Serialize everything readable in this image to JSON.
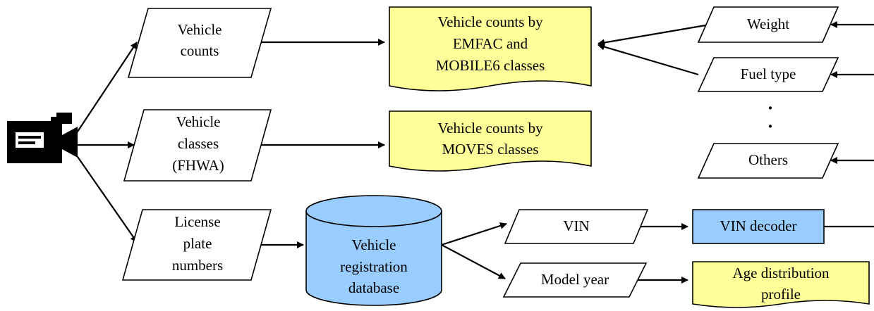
{
  "nodes": {
    "vehicle_counts": [
      "Vehicle",
      "counts"
    ],
    "vehicle_classes": [
      "Vehicle",
      "classes",
      "(FHWA)"
    ],
    "license_plates": [
      "License",
      "plate",
      "numbers"
    ],
    "counts_emfac": [
      "Vehicle counts by",
      "EMFAC and",
      "MOBILE6 classes"
    ],
    "counts_moves": [
      "Vehicle counts by",
      "MOVES classes"
    ],
    "registration_db": [
      "Vehicle",
      "registration",
      "database"
    ],
    "weight": [
      "Weight"
    ],
    "fuel_type": [
      "Fuel type"
    ],
    "ellipsis": [
      "·",
      "·"
    ],
    "others": [
      "Others"
    ],
    "vin": [
      "VIN"
    ],
    "vin_decoder": [
      "VIN decoder"
    ],
    "model_year": [
      "Model year"
    ],
    "age_profile": [
      "Age distribution",
      "profile"
    ]
  },
  "colors": {
    "document_fill": "#ffff99",
    "process_fill": "#99ccff",
    "stroke": "#000000"
  },
  "icons": {
    "source": "video-camera-icon"
  }
}
